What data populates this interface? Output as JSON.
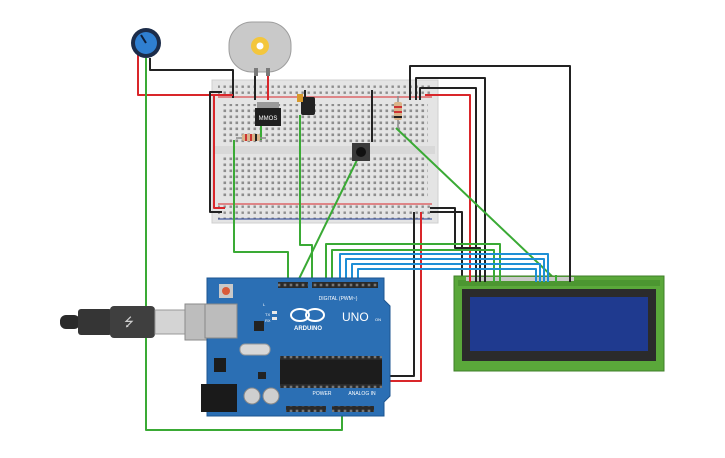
{
  "labels": {
    "nmos": "MMOS",
    "uno": "UNO",
    "arduino": "ARDUINO",
    "digital_header": "DIGITAL (PWM~)",
    "power_header": "POWER",
    "analog_header": "ANALOG IN",
    "tx": "TX",
    "rx": "RX",
    "on": "ON",
    "l": "L"
  },
  "colors": {
    "wire_green": "#3aaa35",
    "wire_red": "#d9262a",
    "wire_black": "#222222",
    "wire_blue": "#1e8fd6",
    "arduino_board": "#2b6fb4",
    "lcd_board": "#5aa83a",
    "lcd_screen": "#1f3a8f",
    "breadboard": "#e6e6e6"
  },
  "icons": {
    "potentiometer": "potentiometer-icon",
    "motor": "dc-motor-icon",
    "usb": "usb-cable-icon",
    "pushbutton": "pushbutton-icon"
  }
}
